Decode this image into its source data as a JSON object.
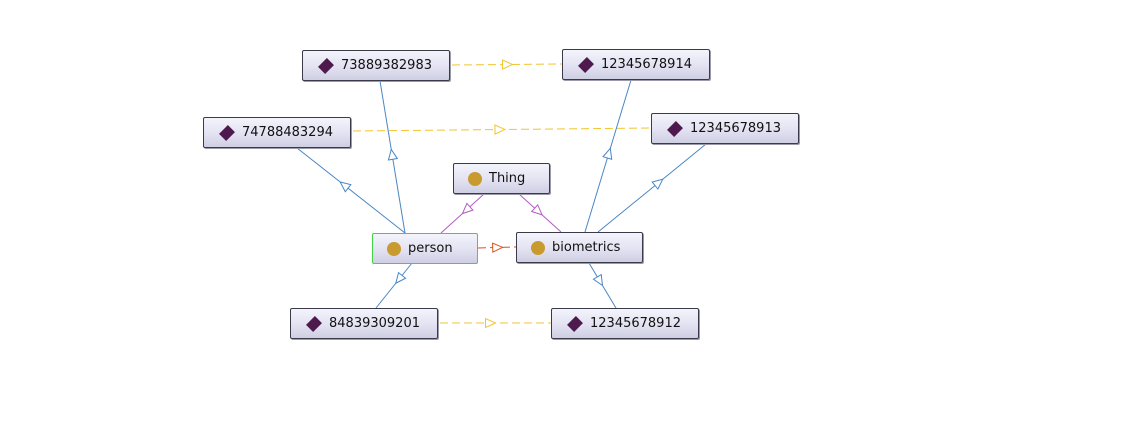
{
  "colors": {
    "subclass_edge": "#4a86c5",
    "thing_edge": "#b25cc4",
    "instance_edge": "#f2c430",
    "disjoint_edge": "#d9531e",
    "class_icon": "#c99a2e",
    "individual_icon": "#4e1a4e",
    "selected_border": "#44d244"
  },
  "nodes": {
    "thing": {
      "label": "Thing",
      "kind": "class"
    },
    "person": {
      "label": "person",
      "kind": "class",
      "selected": true
    },
    "biometrics": {
      "label": "biometrics",
      "kind": "class"
    },
    "ind_73889382983": {
      "label": "73889382983",
      "kind": "individual"
    },
    "ind_74788483294": {
      "label": "74788483294",
      "kind": "individual"
    },
    "ind_84839309201": {
      "label": "84839309201",
      "kind": "individual"
    },
    "ind_12345678914": {
      "label": "12345678914",
      "kind": "individual"
    },
    "ind_12345678913": {
      "label": "12345678913",
      "kind": "individual"
    },
    "ind_12345678912": {
      "label": "12345678912",
      "kind": "individual"
    }
  }
}
